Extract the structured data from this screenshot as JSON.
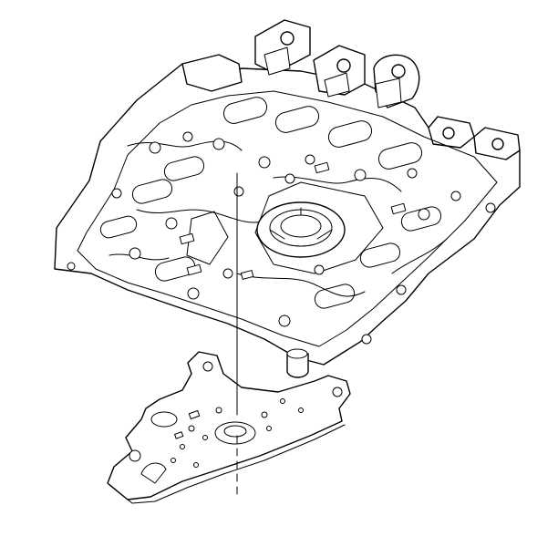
{
  "figure": {
    "kind": "exploded-assembly-line-drawing",
    "parts": [
      "valve-body",
      "spacer-plate"
    ],
    "alignment_line_style": "dash-end",
    "line_color": "#000000",
    "background": "#ffffff"
  }
}
